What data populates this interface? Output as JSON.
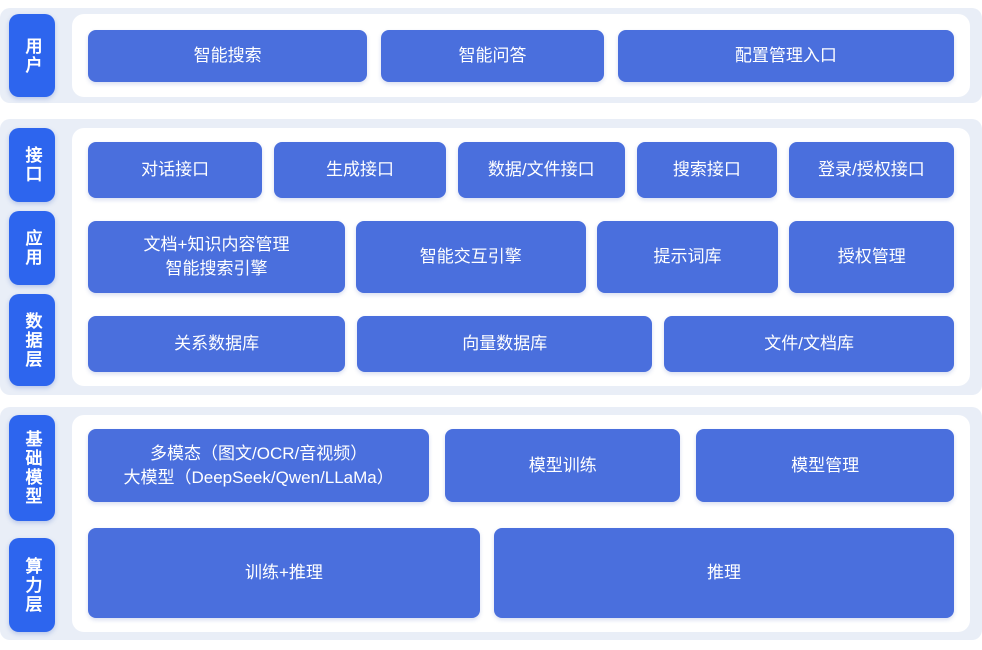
{
  "colors": {
    "label_blue": "#2d65ee",
    "box_blue": "#4a6fdd",
    "section_bg": "#e9eef7",
    "panel_bg": "#ffffff",
    "text_color": "#ffffff"
  },
  "sections": [
    {
      "name": "user-layer",
      "labels": [
        {
          "text": "用户"
        }
      ],
      "rows": [
        {
          "boxes": [
            {
              "label": "智能搜索"
            },
            {
              "label": "智能问答"
            },
            {
              "label": "配置管理入口"
            }
          ]
        }
      ]
    },
    {
      "name": "interface-application-data",
      "labels": [
        {
          "text": "接口"
        },
        {
          "text": "应用"
        },
        {
          "text": "数据层"
        }
      ],
      "rows": [
        {
          "boxes": [
            {
              "label": "对话接口"
            },
            {
              "label": "生成接口"
            },
            {
              "label": "数据/文件接口"
            },
            {
              "label": "搜索接口"
            },
            {
              "label": "登录/授权接口"
            }
          ]
        },
        {
          "boxes": [
            {
              "line1": "文档+知识内容管理",
              "line2": "智能搜索引擎"
            },
            {
              "label": "智能交互引擎"
            },
            {
              "label": "提示词库"
            },
            {
              "label": "授权管理"
            }
          ]
        },
        {
          "boxes": [
            {
              "label": "关系数据库"
            },
            {
              "label": "向量数据库"
            },
            {
              "label": "文件/文档库"
            }
          ]
        }
      ]
    },
    {
      "name": "foundation-model-compute",
      "labels": [
        {
          "text": "基础模型"
        },
        {
          "text": "算力层"
        }
      ],
      "rows": [
        {
          "boxes": [
            {
              "line1": "多模态（图文/OCR/音视频）",
              "line2": "大模型（DeepSeek/Qwen/LLaMa）"
            },
            {
              "label": "模型训练"
            },
            {
              "label": "模型管理"
            }
          ]
        },
        {
          "boxes": [
            {
              "label": "训练+推理"
            },
            {
              "label": "推理"
            }
          ]
        }
      ]
    }
  ]
}
